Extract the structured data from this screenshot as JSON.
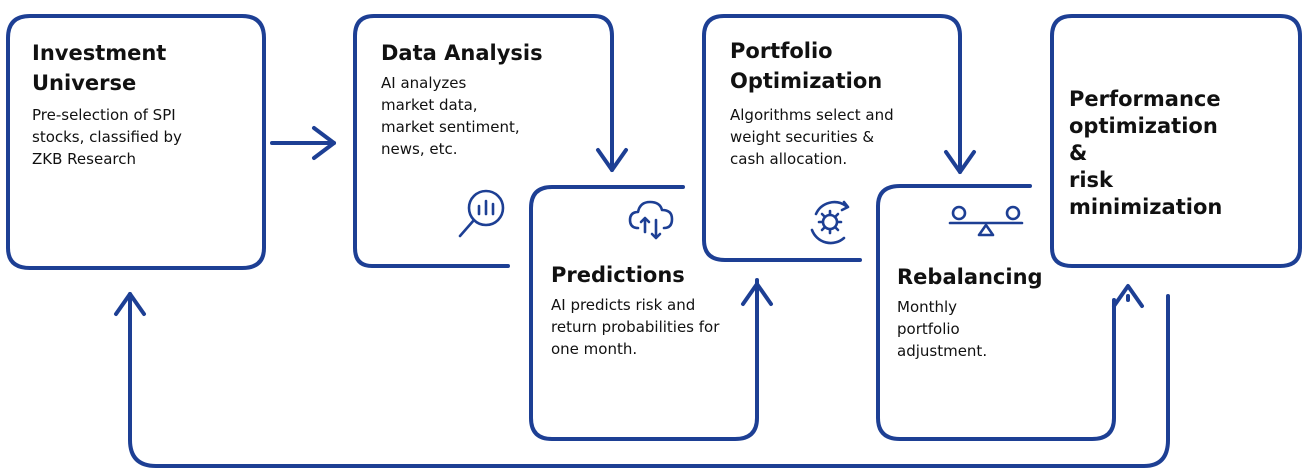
{
  "diagram": {
    "colors": {
      "outline": "#1d3f94",
      "text": "#111111",
      "background": "#ffffff"
    },
    "steps": [
      {
        "title_lines": [
          "Investment",
          "Universe"
        ],
        "desc_lines": [
          "Pre-selection of SPI",
          "stocks, classified by",
          "ZKB Research"
        ],
        "icon": null
      },
      {
        "title_lines": [
          "Data Analysis"
        ],
        "desc_lines": [
          "AI analyzes",
          "market data,",
          "market sentiment,",
          "news, etc."
        ],
        "icon": "magnifier-chart-icon"
      },
      {
        "title_lines": [
          "Predictions"
        ],
        "desc_lines": [
          "AI predicts risk and",
          "return probabilities for",
          "one month."
        ],
        "icon": "cloud-sync-icon"
      },
      {
        "title_lines": [
          "Portfolio",
          "Optimization"
        ],
        "desc_lines": [
          "Algorithms select and",
          "weight securities &",
          "cash allocation."
        ],
        "icon": "gear-cycle-icon"
      },
      {
        "title_lines": [
          "Rebalancing"
        ],
        "desc_lines": [
          "Monthly",
          "portfolio",
          "adjustment."
        ],
        "icon": "balance-scale-icon"
      },
      {
        "title_lines": [
          "Performance",
          "optimization",
          "&",
          "risk",
          "minimization"
        ],
        "desc_lines": [],
        "icon": null
      }
    ]
  }
}
